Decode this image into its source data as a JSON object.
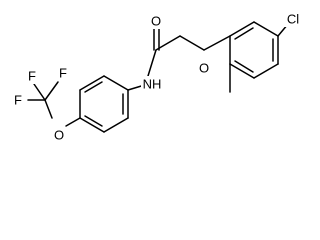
{
  "molecule": {
    "atoms": {
      "cl": "Cl",
      "o_ether": "O",
      "o_carbonyl": "O",
      "nh": "NH",
      "o_ocf3": "O",
      "f1": "F",
      "f2": "F",
      "f3": "F"
    },
    "colors": {
      "bond": "#000000",
      "label": "#000000",
      "background": "#ffffff"
    }
  }
}
